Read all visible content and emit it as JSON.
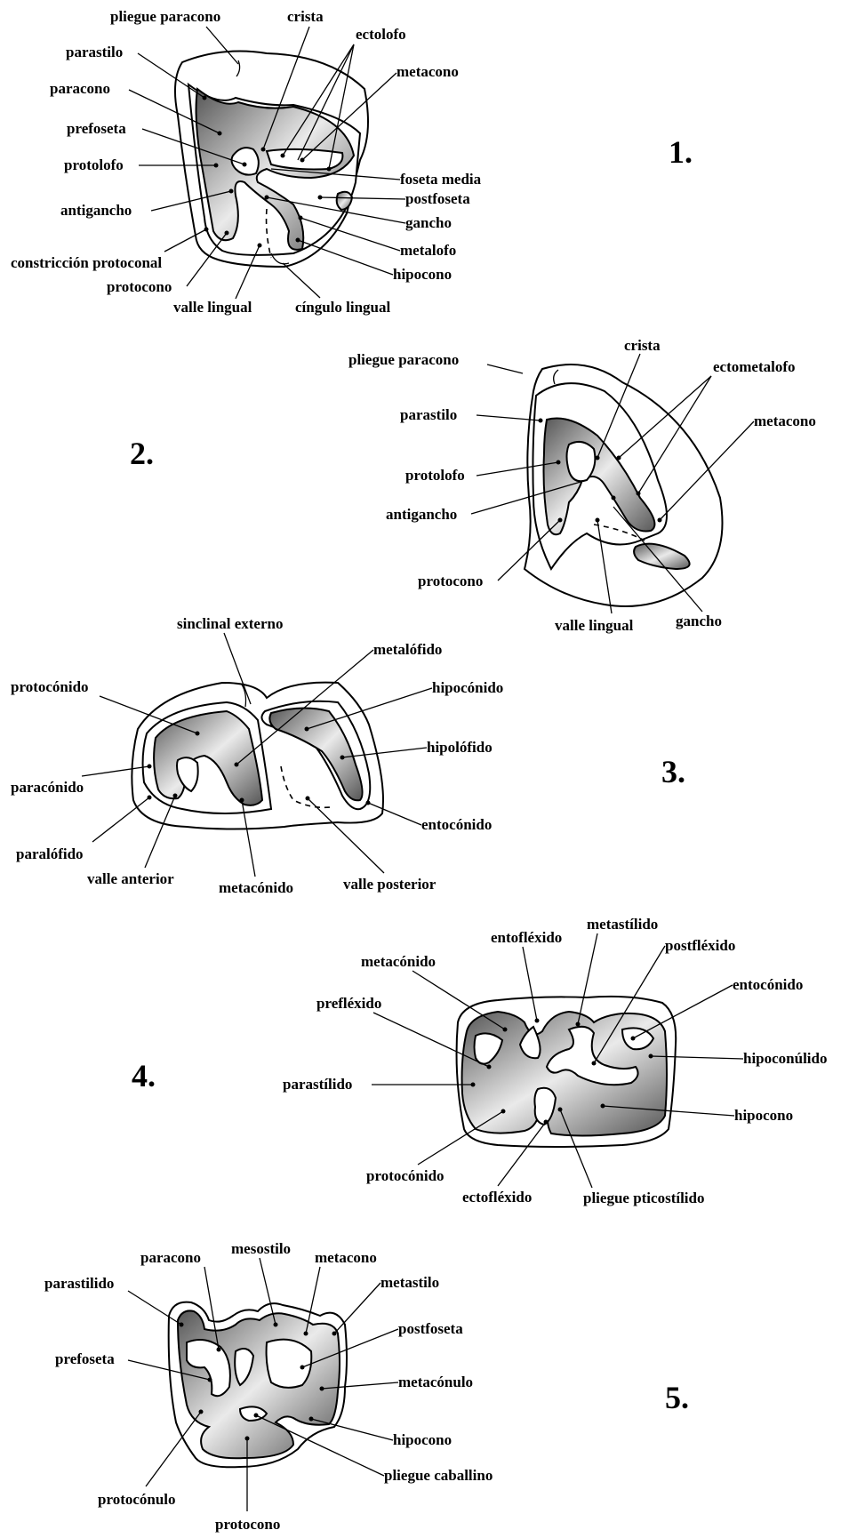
{
  "colors": {
    "dentine_dark": "#5a5a5a",
    "dentine_light": "#e8e8e8",
    "line": "#000000"
  },
  "figures": [
    {
      "number": "1.",
      "labels": {
        "pliegue_paracono": "pliegue paracono",
        "crista": "crista",
        "ectolofo": "ectolofo",
        "metacono": "metacono",
        "parastilo": "parastilo",
        "paracono": "paracono",
        "prefoseta": "prefoseta",
        "protolofo": "protolofo",
        "foseta_media": "foseta media",
        "postfoseta": "postfoseta",
        "antigancho": "antigancho",
        "gancho": "gancho",
        "metalofo": "metalofo",
        "hipocono": "hipocono",
        "constriccion_protoconal": "constricción protoconal",
        "protocono": "protocono",
        "valle_lingual": "valle lingual",
        "cingulo_lingual": "cíngulo lingual"
      }
    },
    {
      "number": "2.",
      "labels": {
        "pliegue_paracono": "pliegue paracono",
        "crista": "crista",
        "ectometalofo": "ectometalofo",
        "metacono": "metacono",
        "parastilo": "parastilo",
        "protolofo": "protolofo",
        "antigancho": "antigancho",
        "protocono": "protocono",
        "valle_lingual": "valle lingual",
        "gancho": "gancho"
      }
    },
    {
      "number": "3.",
      "labels": {
        "sinclinal_externo": "sinclinal externo",
        "metalofido": "metalófido",
        "protoconido": "protocónido",
        "hipoconido": "hipocónido",
        "hipolofido": "hipolófido",
        "paraconido": "paracónido",
        "entoconido": "entocónido",
        "paralofido": "paralófido",
        "valle_anterior": "valle anterior",
        "metaconido": "metacónido",
        "valle_posterior": "valle posterior"
      }
    },
    {
      "number": "4.",
      "labels": {
        "metastilido": "metastílido",
        "entoflexido": "entofléxido",
        "postflexido": "postfléxido",
        "metaconido": "metacónido",
        "entoconido": "entocónido",
        "preflexido": "prefléxido",
        "hipoconulido": "hipoconúlido",
        "parastilido": "parastílido",
        "hipocono": "hipocono",
        "protoconido": "protocónido",
        "ectoflexido": "ectofléxido",
        "pliegue_pticostilido": "pliegue pticostílido"
      }
    },
    {
      "number": "5.",
      "labels": {
        "mesostilo": "mesostilo",
        "paracono": "paracono",
        "metacono": "metacono",
        "parastilido": "parastilido",
        "metastilo": "metastilo",
        "postfoseta": "postfoseta",
        "prefoseta": "prefoseta",
        "metaconulo": "metacónulo",
        "hipocono": "hipocono",
        "pliegue_caballino": "pliegue caballino",
        "protoconulo": "protocónulo",
        "protocono": "protocono"
      }
    }
  ]
}
